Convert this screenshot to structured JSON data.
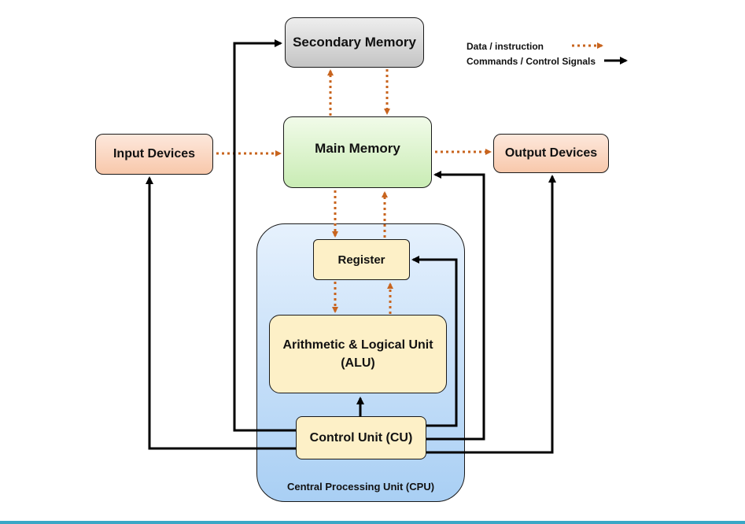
{
  "diagram": {
    "nodes": {
      "secondary_memory": "Secondary Memory",
      "main_memory": "Main Memory",
      "input_devices": "Input Devices",
      "output_devices": "Output Devices",
      "register": "Register",
      "alu_line1": "Arithmetic & Logical Unit",
      "alu_line2": "(ALU)",
      "control_unit": "Control Unit (CU)",
      "cpu": "Central Processing Unit (CPU)"
    },
    "legend": {
      "data_label": "Data / instruction",
      "control_label": "Commands / Control Signals"
    },
    "colors": {
      "data_arrow": "#c8641e",
      "control_arrow": "#000000",
      "secondary_fill": "#d9d9d9",
      "main_memory_fill": "#d9f2c8",
      "io_fill": "#fbd5bf",
      "cpu_fill": "#c8e0f8",
      "unit_fill": "#fdf0c7",
      "accent_line": "#3aa7c6"
    },
    "edges": [
      {
        "from": "main_memory",
        "to": "secondary_memory",
        "kind": "data"
      },
      {
        "from": "secondary_memory",
        "to": "main_memory",
        "kind": "data"
      },
      {
        "from": "input_devices",
        "to": "main_memory",
        "kind": "data"
      },
      {
        "from": "main_memory",
        "to": "output_devices",
        "kind": "data"
      },
      {
        "from": "main_memory",
        "to": "register",
        "kind": "data"
      },
      {
        "from": "register",
        "to": "main_memory",
        "kind": "data"
      },
      {
        "from": "register",
        "to": "alu",
        "kind": "data"
      },
      {
        "from": "alu",
        "to": "register",
        "kind": "data"
      },
      {
        "from": "control_unit",
        "to": "alu",
        "kind": "control"
      },
      {
        "from": "control_unit",
        "to": "secondary_memory",
        "kind": "control"
      },
      {
        "from": "control_unit",
        "to": "input_devices",
        "kind": "control"
      },
      {
        "from": "control_unit",
        "to": "output_devices",
        "kind": "control"
      },
      {
        "from": "control_unit",
        "to": "main_memory",
        "kind": "control"
      },
      {
        "from": "control_unit",
        "to": "register",
        "kind": "control"
      }
    ]
  }
}
